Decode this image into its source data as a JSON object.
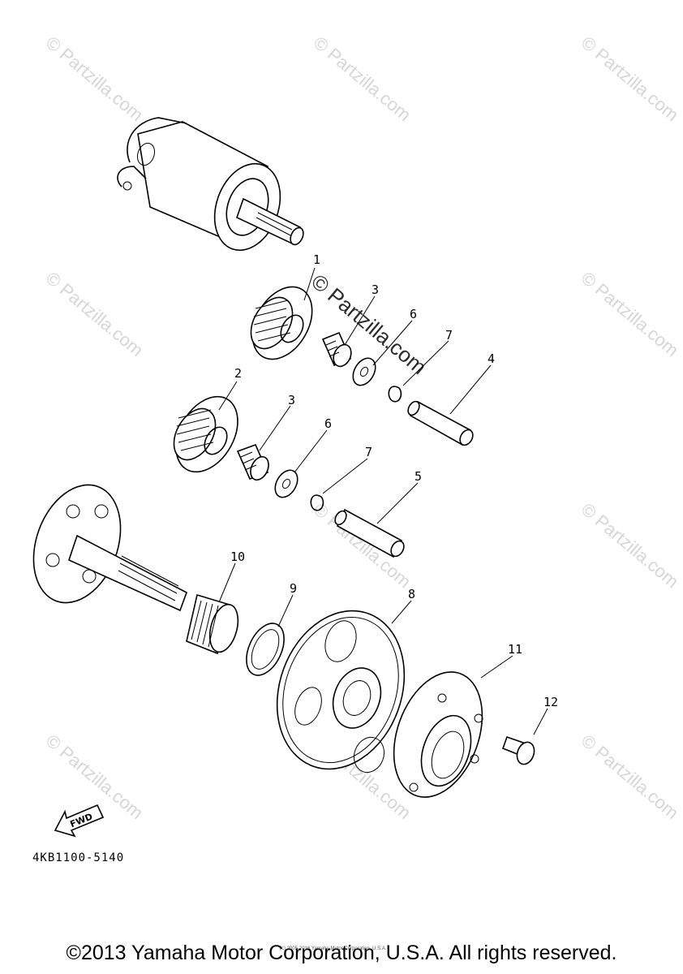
{
  "watermark": {
    "text": "© Partzilla.com",
    "center_text": "© Partzilla.com"
  },
  "callouts": [
    "1",
    "2",
    "3",
    "3",
    "4",
    "5",
    "6",
    "6",
    "7",
    "7",
    "8",
    "9",
    "10",
    "11",
    "12"
  ],
  "fwd_label": "FWD",
  "part_number": "4KB1100-5140",
  "fine_print": "(c) 2005-2016 Yamaha Motor Corporation, U.S.A.",
  "copyright": "©2013 Yamaha Motor Corporation, U.S.A. All rights reserved."
}
